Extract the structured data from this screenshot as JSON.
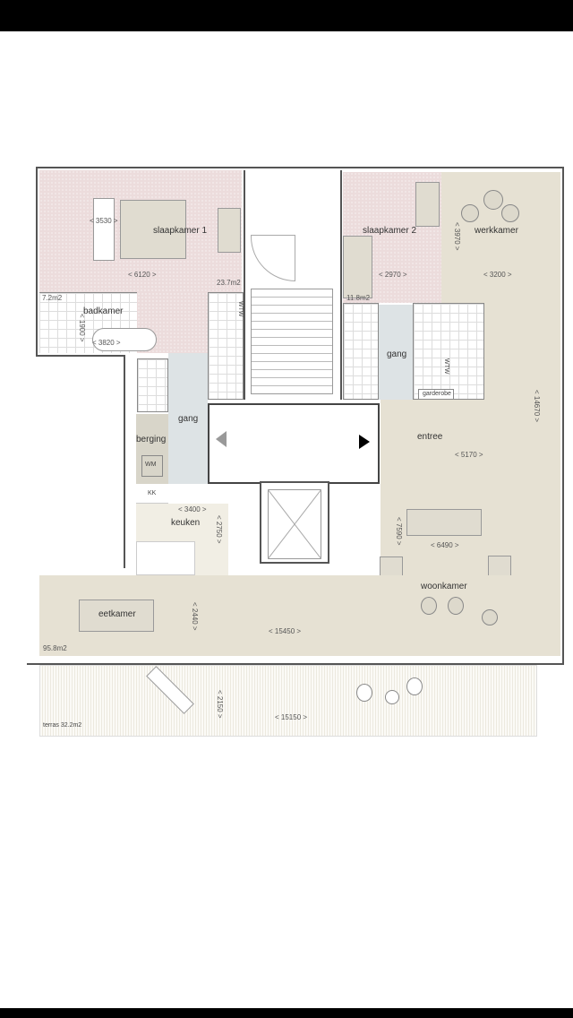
{
  "rooms": {
    "slaapkamer1": {
      "label": "slaapkamer 1",
      "area": "23.7m2",
      "width": "< 6120 >",
      "depth": "< 3530 >"
    },
    "badkamer": {
      "label": "badkamer",
      "area": "7.2m2",
      "width": "< 3820 >",
      "depth": "< 1900 >"
    },
    "slaapkamer2": {
      "label": "slaapkamer 2",
      "area": "11.8m2",
      "width": "< 2970 >"
    },
    "werkkamer": {
      "label": "werkkamer",
      "width": "< 3200 >",
      "depth": "< 3970 >"
    },
    "gang_left": {
      "label": "gang"
    },
    "gang_right": {
      "label": "gang"
    },
    "garderobe": {
      "label": "garderobe"
    },
    "berging": {
      "label": "berging",
      "wm": "WM"
    },
    "kk": {
      "label": "KK"
    },
    "keuken": {
      "label": "keuken",
      "width": "< 3400 >",
      "depth": "< 2750 >"
    },
    "entree": {
      "label": "entree",
      "width": "< 5170 >",
      "depth": "< 14670 >"
    },
    "woonkamer": {
      "label": "woonkamer",
      "width": "< 6490 >",
      "depth": "< 7590 >"
    },
    "eetkamer": {
      "label": "eetkamer",
      "depth": "< 2440 >"
    },
    "living_total": {
      "area": "95.8m2",
      "width": "< 15450 >"
    },
    "terras": {
      "label": "terras 32.2m2",
      "width": "< 15150 >",
      "depth": "< 2150 >"
    }
  },
  "fixtures": {
    "wtw1": "WTW",
    "wtw2": "WTW"
  }
}
